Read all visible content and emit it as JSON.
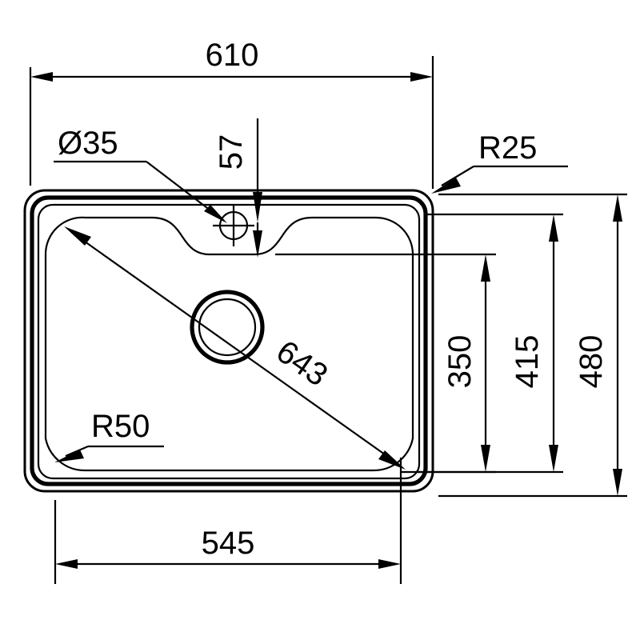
{
  "drawing": {
    "type": "technical-dimension-drawing",
    "subject": "kitchen-sink-top-view",
    "background_color": "#ffffff",
    "line_color": "#000000",
    "units": "mm",
    "dimensions": {
      "overall_width": "610",
      "overall_height": "480",
      "bowl_width": "545",
      "bowl_height": "415",
      "inner_height": "350",
      "tap_hole_offset": "57",
      "tap_hole_diameter": "Ø35",
      "corner_radius_outer": "R25",
      "corner_radius_bowl": "R50",
      "diagonal": "643"
    },
    "labels": [
      {
        "id": "w610",
        "text": "610",
        "kind": "linear-horizontal",
        "orientation": "horizontal"
      },
      {
        "id": "d35",
        "text": "Ø35",
        "kind": "diameter-leader",
        "orientation": "horizontal"
      },
      {
        "id": "o57",
        "text": "57",
        "kind": "linear-vertical",
        "orientation": "rotated-90"
      },
      {
        "id": "r25",
        "text": "R25",
        "kind": "radius-leader",
        "orientation": "horizontal"
      },
      {
        "id": "h350",
        "text": "350",
        "kind": "linear-vertical",
        "orientation": "rotated-90"
      },
      {
        "id": "h415",
        "text": "415",
        "kind": "linear-vertical",
        "orientation": "rotated-90"
      },
      {
        "id": "h480",
        "text": "480",
        "kind": "linear-vertical",
        "orientation": "rotated-90"
      },
      {
        "id": "diag643",
        "text": "643",
        "kind": "linear-diagonal",
        "orientation": "rotated-45"
      },
      {
        "id": "r50",
        "text": "R50",
        "kind": "radius-leader",
        "orientation": "horizontal"
      },
      {
        "id": "w545",
        "text": "545",
        "kind": "linear-horizontal",
        "orientation": "horizontal"
      }
    ]
  },
  "chart_data": {
    "type": "table",
    "title": "Sink dimension callouts",
    "categories": [
      "610",
      "Ø35",
      "57",
      "R25",
      "350",
      "415",
      "480",
      "643",
      "R50",
      "545"
    ],
    "values": [
      610,
      35,
      57,
      25,
      350,
      415,
      480,
      643,
      50,
      545
    ]
  }
}
